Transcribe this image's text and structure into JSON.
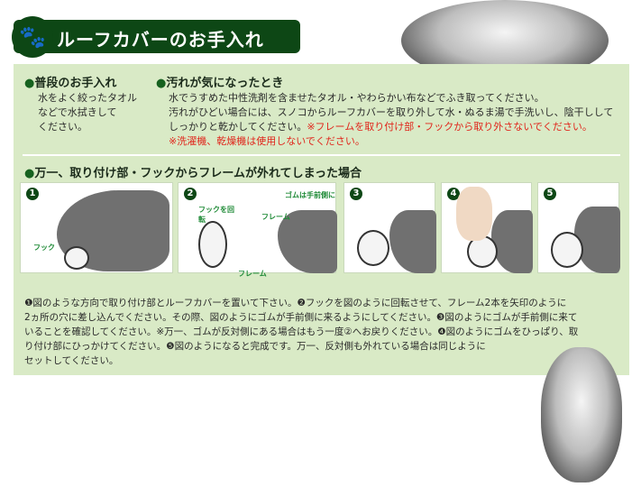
{
  "header": {
    "title": "ルーフカバーのお手入れ",
    "icon": "paw-icon"
  },
  "daily": {
    "heading": "普段のお手入れ",
    "lines": [
      "水をよく絞ったタオル",
      "などで水拭きして",
      "ください。"
    ]
  },
  "dirty": {
    "heading": "汚れが気になったとき",
    "line1": "水でうすめた中性洗剤を含ませたタオル・やわらかい布などでふき取ってください。",
    "line2": "汚れがひどい場合には、スノコからルーフカバーを取り外して水・ぬるま湯で手洗いし、陰干しして",
    "line3": "しっかりと乾かしてください。",
    "warn1": "※フレームを取り付け部・フックから取り外さないでください。",
    "warn2": "※洗濯機、乾燥機は使用しないでください。"
  },
  "reattach": {
    "heading": "万一、取り付け部・フックからフレームが外れてしまった場合",
    "steps": [
      {
        "num": "1",
        "labels": [
          "フック"
        ]
      },
      {
        "num": "2",
        "labels": [
          "フックを回転",
          "フレーム",
          "フレーム",
          "ゴムは手前側に"
        ]
      },
      {
        "num": "3",
        "labels": []
      },
      {
        "num": "4",
        "labels": []
      },
      {
        "num": "5",
        "labels": []
      }
    ],
    "instructions": [
      "❶図のような方向で取り付け部とルーフカバーを置いて下さい。❷フックを図のように回転させて、フレーム2本を矢印のように",
      "2ヵ所の穴に差し込んでください。その際、図のようにゴムが手前側に来るようにしてください。❸図のようにゴムが手前側に来て",
      "いることを確認してください。※万一、ゴムが反対側にある場合はもう一度②へお戻りください。❹図のようにゴムをひっぱり、取",
      "り付け部にひっかけてください。❺図のようになると完成です。万一、反対側も外れている場合は同じように",
      "セットしてください。"
    ]
  },
  "colors": {
    "header": "#0d4715",
    "panel": "#d9eac6",
    "warning": "#e0251b",
    "label": "#1e8a36"
  }
}
